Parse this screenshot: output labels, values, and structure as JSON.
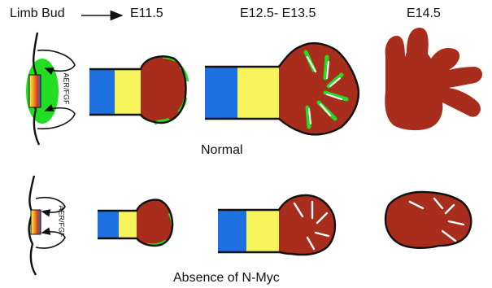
{
  "header": {
    "limb_bud": "Limb Bud",
    "stage_1": "E11.5",
    "stage_2": "E12.5- E13.5",
    "stage_3": "E14.5"
  },
  "rows": {
    "normal": {
      "label": "Normal",
      "bud_label": "AER/FGF"
    },
    "mutant": {
      "label": "Absence of N-Myc",
      "bud_label": "AER/FGF"
    }
  },
  "colors": {
    "stylopod": "#1e6fe0",
    "zeugopod": "#f7f35a",
    "autopod": "#a82d1c",
    "aer_signal": "#22dd22",
    "outline": "#111111",
    "interdigit": "#ffffff"
  }
}
